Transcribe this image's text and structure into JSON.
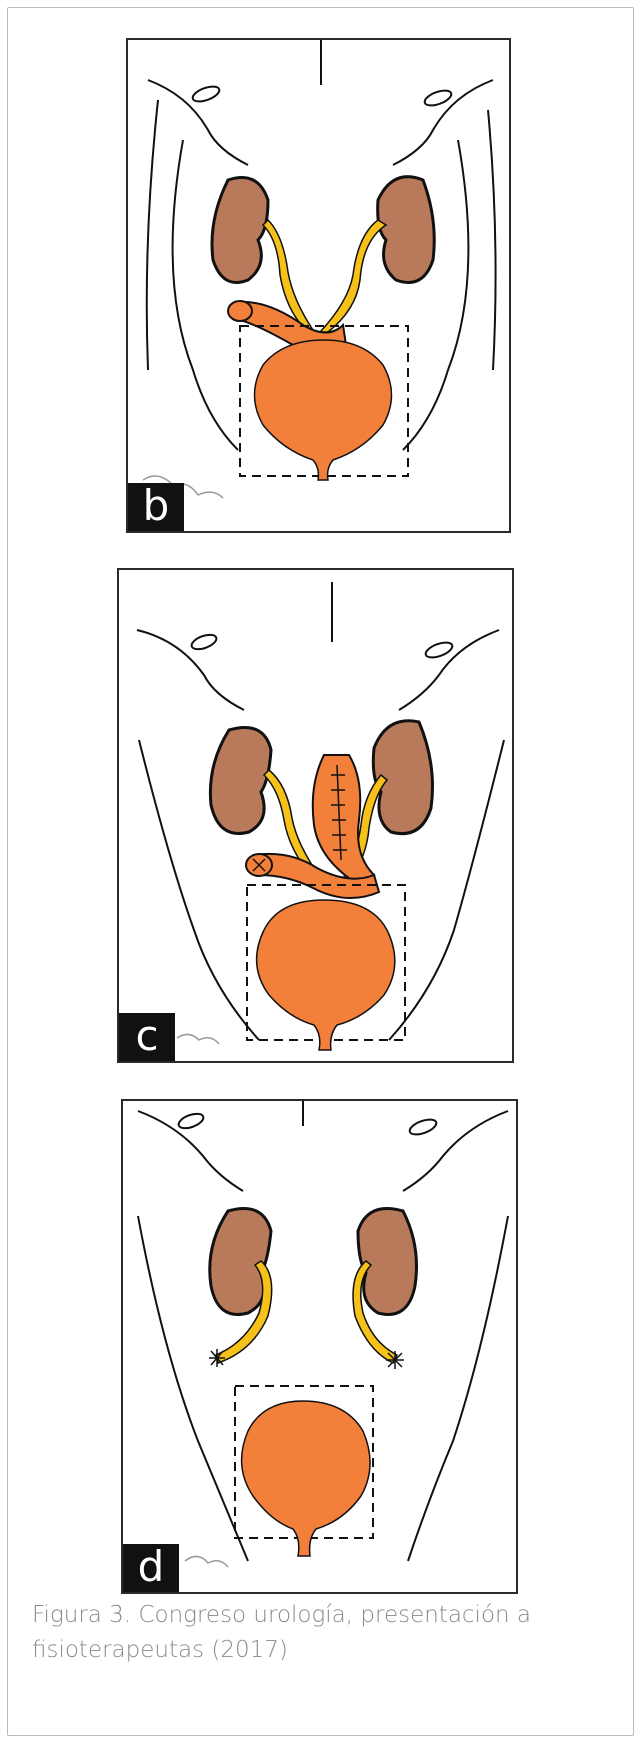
{
  "panels": [
    {
      "letter": "b"
    },
    {
      "letter": "c"
    },
    {
      "letter": "d"
    }
  ],
  "caption": "Figura 3. Congreso urología, presentación a fisioterapeutas (2017)",
  "colors": {
    "kidney": "#b87a5a",
    "ureter": "#f6c21a",
    "bladder": "#f2803b",
    "outline": "#111111"
  }
}
